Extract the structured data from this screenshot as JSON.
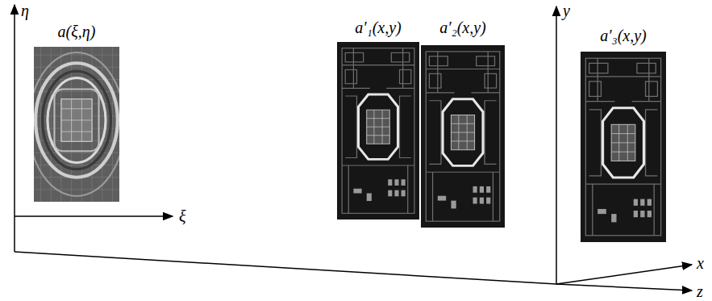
{
  "diagram": {
    "nodes": [
      {
        "text": [
          "a(ξ,η)"
        ]
      },
      {
        "text": [
          "a′₁(x,y)"
        ]
      },
      {
        "text": [
          "a′₂(x,y)"
        ]
      },
      {
        "text": [
          "a′₃(x,y)"
        ]
      }
    ],
    "labels": [
      "η",
      "ξ",
      "y",
      "x",
      "z"
    ]
  }
}
